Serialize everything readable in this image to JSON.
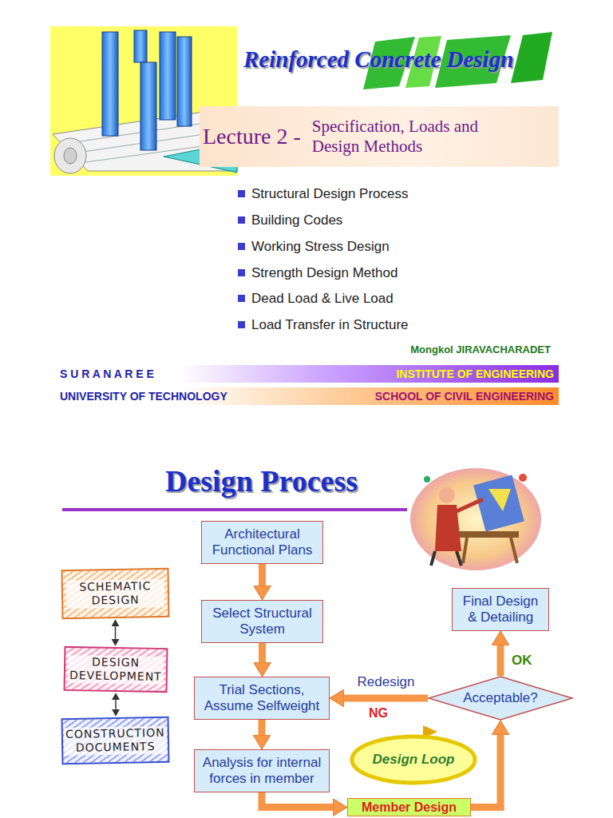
{
  "diagram": {
    "title": "Reinforced Concrete Design",
    "nodes": [
      {
        "text": [
          "Lecture 2 -",
          "Specification, Loads and Design Methods"
        ]
      },
      {
        "text": [
          "INSTITUTE OF ENGINEERING"
        ]
      },
      {
        "text": [
          "SCHOOL OF CIVIL ENGINEERING"
        ]
      },
      {
        "text": [
          "SCHEMATIC DESIGN"
        ]
      },
      {
        "text": [
          "DESIGN DEVELOPMENT"
        ]
      },
      {
        "text": [
          "CONSTRUCTION DOCUMENTS"
        ]
      },
      {
        "text": [
          "Architectural Functional Plans"
        ]
      },
      {
        "text": [
          "Select Structural System"
        ]
      },
      {
        "text": [
          "Trial Sections, Assume Selfweight"
        ]
      },
      {
        "text": [
          "Analysis for internal forces in member"
        ]
      },
      {
        "text": [
          "Member Design"
        ]
      },
      {
        "text": [
          "Acceptable?"
        ]
      },
      {
        "text": [
          "Final Design & Detailing"
        ]
      },
      {
        "text": [
          "Design Loop"
        ]
      }
    ],
    "edges": [
      {
        "from": 3,
        "to": 4,
        "arrow": "both"
      },
      {
        "from": 4,
        "to": 5,
        "arrow": "both"
      },
      {
        "from": 6,
        "to": 7,
        "arrow": "to"
      },
      {
        "from": 7,
        "to": 8,
        "arrow": "to"
      },
      {
        "from": 8,
        "to": 9,
        "arrow": "to"
      },
      {
        "from": 9,
        "to": 10,
        "arrow": "to"
      },
      {
        "from": 10,
        "to": 11,
        "arrow": "to"
      },
      {
        "from": 11,
        "to": 8,
        "label": "Redesign",
        "arrow": "to"
      },
      {
        "from": 11,
        "to": 12,
        "label": "OK",
        "arrow": "to"
      }
    ],
    "labels": [
      "Structural Design Process",
      "Building Codes",
      "Working Stress Design",
      "Strength Design Method",
      "Dead Load & Live Load",
      "Load Transfer in Structure",
      "Mongkol JIRAVACHARADET",
      "S U R A N A R E E",
      "UNIVERSITY OF TECHNOLOGY",
      "Design Process",
      "NG"
    ]
  }
}
